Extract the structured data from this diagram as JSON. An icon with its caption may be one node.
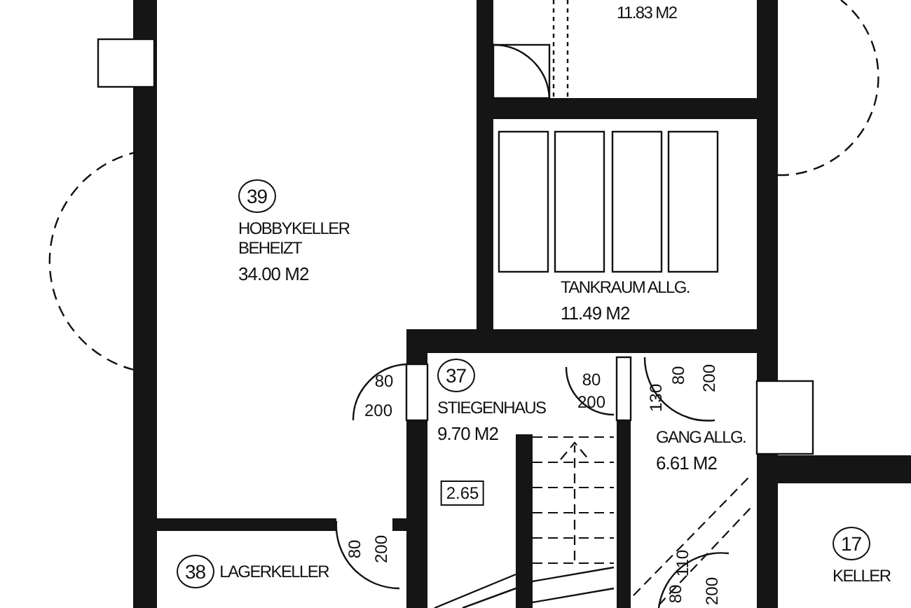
{
  "diagram": {
    "nodes": [
      {
        "text": [
          "11.83 M2"
        ]
      },
      {
        "text": [
          "39",
          "HOBBYKELLER BEHEIZT",
          "34.00 M2"
        ]
      },
      {
        "text": [
          "TANKRAUM ALLG.",
          "11.49 M2"
        ]
      },
      {
        "text": [
          "37",
          "STIEGENHAUS",
          "9.70 M2"
        ]
      },
      {
        "text": [
          "GANG ALLG.",
          "6.61 M2"
        ]
      },
      {
        "text": [
          "38",
          "LAGERKELLER"
        ]
      },
      {
        "text": [
          "17",
          "KELLER"
        ]
      }
    ],
    "labels": [
      "130",
      "80",
      "200",
      "80",
      "200",
      "80",
      "200",
      "2.65",
      "80",
      "200",
      "110",
      "80",
      "200"
    ]
  }
}
